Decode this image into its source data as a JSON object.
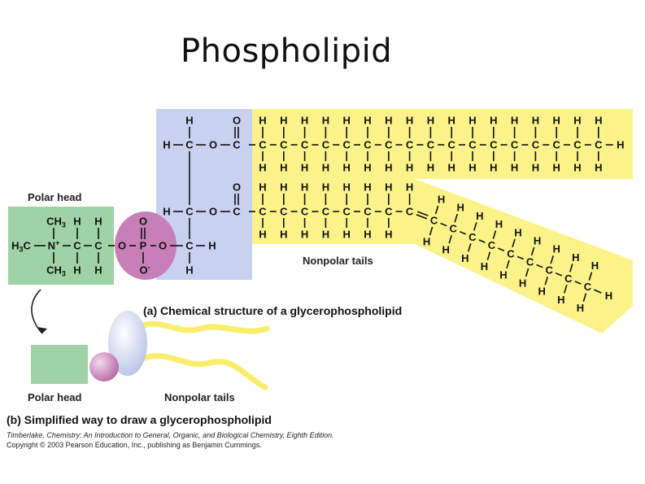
{
  "title": "Phospholipid",
  "labels": {
    "polar_head_top": "Polar head",
    "nonpolar_tails_top": "Nonpolar tails",
    "caption_a": "(a) Chemical structure of a glycerophospholipid",
    "polar_head_bottom": "Polar head",
    "nonpolar_tails_bottom": "Nonpolar tails",
    "caption_b": "(b) Simplified way to draw a glycerophospholipid"
  },
  "credit": {
    "line1": "Timberlake, Chemistry: An Introduction to General, Organic, and Biological Chemistry, Eighth Edition.",
    "line2": "Copyright © 2003 Pearson Education, Inc., publishing as Benjamin Cummings."
  },
  "atoms": {
    "H": "H",
    "C": "C",
    "O": "O",
    "P": "P",
    "CH3": "CH3",
    "H3C": "H3C",
    "N_plus": "N+",
    "O_minus": "O-"
  },
  "colors": {
    "polar_head_green": "#9fd3a6",
    "phosphate_purple": "#c77fb8",
    "glycerol_blue": "#c8d1ef",
    "tail_yellow": "#fbf38a",
    "simplified_tail": "#f9ee6b"
  }
}
